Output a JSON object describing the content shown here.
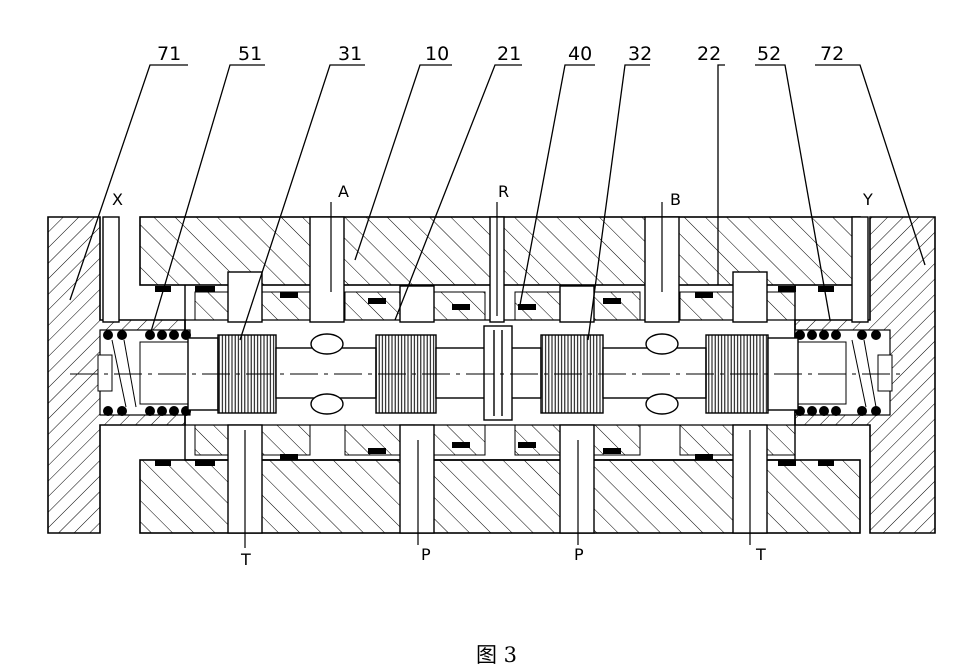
{
  "figure": {
    "caption": "图 3",
    "part_labels": {
      "p71": "71",
      "p51": "51",
      "p31": "31",
      "p10": "10",
      "p21": "21",
      "p40": "40",
      "p32": "32",
      "p22": "22",
      "p52": "52",
      "p72": "72"
    },
    "port_labels": {
      "x": "X",
      "a": "A",
      "r": "R",
      "b": "B",
      "y": "Y",
      "t_left": "T",
      "p_left": "P",
      "p_right": "P",
      "t_right": "T"
    }
  }
}
